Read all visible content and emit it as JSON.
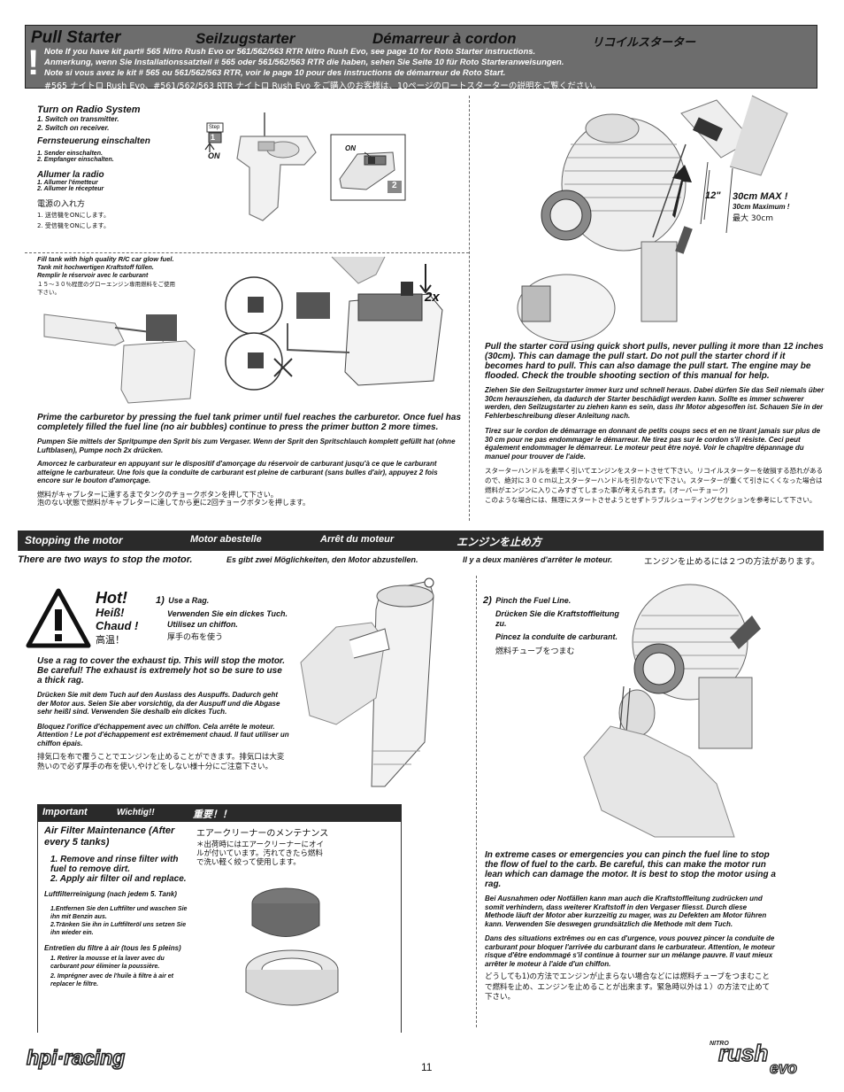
{
  "header": {
    "title_en": "Pull Starter",
    "title_de": "Seilzugstarter",
    "title_fr": "Démarreur à cordon",
    "title_jp": "リコイルスターター",
    "note_en": "Note If you have kit part# 565 Nitro Rush Evo or 561/562/563 RTR Nitro Rush Evo, see page 10 for Roto Starter instructions.",
    "note_de": "Anmerkung, wenn Sie Installationssatzteil # 565 oder 561/562/563 RTR die haben, sehen Sie Seite 10 für Roto Starteranweisungen.",
    "note_fr": "Note si vous avez le kit # 565 ou 561/562/563 RTR, voir le page 10 pour des instructions de démarreur de Roto Start.",
    "note_jp": "#565 ナイトロ Rush Evo、#561/562/563 RTR ナイトロ Rush Evo をご購入のお客様は、10ページのロートスターターの説明をご覧ください。"
  },
  "radio": {
    "title_en": "Turn on Radio System",
    "steps_en": [
      "1. Switch on transmitter.",
      "2. Switch on receiver."
    ],
    "title_de": "Fernsteuerung einschalten",
    "steps_de": [
      "1. Sender einschalten.",
      "2. Empfanger einschalten."
    ],
    "title_fr": "Allumer la radio",
    "steps_fr": [
      "1. Allumer l'émetteur",
      "2. Allumer le récepteur"
    ],
    "title_jp": "電源の入れ方",
    "steps_jp": [
      "1. 送信機をONにします。",
      "2. 受信機をONにします。"
    ],
    "step_label": "Step",
    "step1": "1",
    "step2": "2",
    "on_label": "ON"
  },
  "fuel": {
    "line_en": "Fill tank with high quality R/C car glow fuel.",
    "line_de": "Tank mit hochwertigen Kraftstoff füllen.",
    "line_fr": "Remplir le réservoir avec le carburant",
    "line_jp": "１５～３０％程度のグローエンジン専用燃料をご使用下さい。",
    "twox": "2x",
    "prime_en": "Prime the carburetor by pressing the fuel tank primer until fuel reaches the carburetor. Once fuel has completely filled the fuel line (no air bubbles) continue to press the primer button 2 more times.",
    "prime_de": "Pumpen Sie mittels der Spritpumpe den Sprit bis zum Vergaser. Wenn der Sprit den Spritschlauch komplett gefüllt hat (ohne Luftblasen), Pumpe noch 2x drücken.",
    "prime_fr": "Amorcez le carburateur en appuyant sur le dispositif d'amorçage du réservoir de carburant jusqu'à ce que le carburant atteigne le carburateur. Une fois que la conduite de carburant est pleine de carburant (sans bulles d'air), appuyez 2 fois encore sur le bouton d'amorçage.",
    "prime_jp": "燃料がキャブレターに達するまでタンクのチョークボタンを押して下さい。\n泡のない状態で燃料がキャブレターに達してから更に2回チョークボタンを押します。"
  },
  "pull": {
    "length_in": "12\"",
    "max_en": "30cm MAX !",
    "max_fr": "30cm Maximum !",
    "max_jp": "最大 30cm",
    "text_en": "Pull the starter cord using quick short pulls, never pulling it more than 12 inches (30cm). This can damage the pull start. Do not pull the starter chord if it becomes hard to pull. This can also damage the pull start. The engine may be flooded. Check the trouble shooting section of this manual for help.",
    "text_de": "Ziehen Sie den Seilzugstarter immer kurz und schnell heraus. Dabei dürfen Sie das Seil niemals über 30cm herausziehen, da dadurch der Starter beschädigt werden kann. Sollte es immer schwerer werden, den Seilzugstarter zu ziehen kann es sein, dass ihr Motor abgesoffen ist. Schauen Sie in der Fehlerbeschreibung dieser Anleitung nach.",
    "text_fr": "Tirez sur le cordon de démarrage en donnant de petits coups secs et en ne tirant jamais sur plus de 30 cm pour ne pas endommager le démarreur. Ne tirez pas sur le cordon s'il résiste. Ceci peut également endommager le démarreur. Le moteur peut être noyé. Voir le chapitre dépannage du manuel pour trouver de l'aide.",
    "text_jp": "スターターハンドルを素早く引いてエンジンをスタートさせて下さい。リコイルスターターを破損する恐れがあるので、絶対に３０ｃｍ以上スターターハンドルを引かないで下さい。スターターが重くて引きにくくなった場合は燃料がエンジンに入りこみすぎてしまった事が考えられます。(オーバーチョーク)\nこのような場合には、無理にスタートさせようとせずトラブルシューティングセクションを参考にして下さい。"
  },
  "stopping": {
    "bar_en": "Stopping the motor",
    "bar_de": "Motor abestelle",
    "bar_fr": "Arrêt du moteur",
    "bar_jp": "エンジンを止め方",
    "ways_en": "There are two ways to stop the motor.",
    "ways_de": "Es gibt zwei Möglichkeiten, den Motor abzustellen.",
    "ways_fr": "Il y a deux manières d'arrêter le moteur.",
    "ways_jp": "エンジンを止めるには２つの方法があります。"
  },
  "hot": {
    "en": "Hot!",
    "de": "Heiß!",
    "fr": "Chaud !",
    "jp": "高温！"
  },
  "rag": {
    "num": "1)",
    "title_en": "Use a Rag.",
    "title_de": "Verwenden Sie ein dickes Tuch.",
    "title_fr": "Utilisez un chiffon.",
    "title_jp": "厚手の布を使う",
    "text_en": "Use a rag to cover the exhaust tip. This will stop the motor. Be careful! The exhaust is extremely hot so be sure to use a thick rag.",
    "text_de": "Drücken Sie mit dem Tuch auf den Auslass des Auspuffs. Dadurch geht der Motor aus. Seien Sie aber vorsichtig, da der Auspuff und die Abgase sehr heißl sind. Verwenden Sie deshalb ein dickes Tuch.",
    "text_fr": "Bloquez l'orifice d'échappement avec un chiffon. Cela arrête le moteur. Attention ! Le pot d'échappement est extrêmement chaud. Il faut utiliser un chiffon épais.",
    "text_jp": "排気口を布で覆うことでエンジンを止めることができます。排気口は大変熱いので必ず厚手の布を使い,やけどをしない様十分にご注意下さい。"
  },
  "pinch": {
    "num": "2)",
    "title_en": "Pinch the Fuel Line.",
    "title_de": "Drücken Sie die Kraftstoffleitung zu.",
    "title_fr": "Pincez la conduite de carburant.",
    "title_jp": "燃料チューブをつまむ",
    "text_en": "In extreme cases or emergencies you can pinch the fuel line to stop the flow of fuel to the carb. Be careful, this can make the motor run lean which can damage the motor. It is best to stop the motor using a rag.",
    "text_de": "Bei Ausnahmen oder Notfällen kann man auch die Kraftstoffleitung zudrücken und somit verhindern, dass weiterer Kraftstoff in den Vergaser fliesst. Durch diese Methode läuft der Motor aber kurzzeitig zu mager, was zu Defekten am Motor führen kann. Verwenden Sie deswegen grundsätzlich die Methode mit dem Tuch.",
    "text_fr": "Dans des situations extrêmes ou en cas d'urgence, vous pouvez pincer la conduite de carburant pour bloquer l'arrivée du carburant dans le carburateur. Attention, le moteur risque d'être endommagé s'il continue à tourner sur un mélange pauvre. Il vaut mieux arrêter le moteur à l'aide d'un chiffon.",
    "text_jp": "どうしても1)の方法でエンジンが止まらない場合などには燃料チューブをつまむことで燃料を止め、エンジンを止めることが出来ます。緊急時以外は１）の方法で止めて下さい。"
  },
  "important": {
    "en": "Important",
    "de": "Wichtig!!",
    "jp": "重要！！",
    "filter_title_en": "Air Filter Maintenance (After every 5 tanks)",
    "filter_steps_en": [
      "1. Remove and rinse filter with fuel to remove dirt.",
      "2. Apply air filter oil and replace."
    ],
    "filter_title_de": "Luftfilterreinigung (nach jedem 5. Tank)",
    "filter_steps_de": [
      "1.Entfernen Sie den Luftfilter und waschen Sie ihn mit Benzin aus.",
      "2.Tränken Sie ihn in Luftfilteröl uns setzen Sie ihn wieder ein."
    ],
    "filter_title_fr": "Entretien du filtre à air (tous les 5 pleins)",
    "filter_steps_fr": [
      "1. Retirer la mousse et la laver avec du carburant pour éliminer la poussière.",
      "2. Imprégner avec de l'huile à filtre à air et replacer le filtre."
    ],
    "filter_title_jp": "エアークリーナーのメンテナンス",
    "filter_note_jp": "＊出荷時にはエアークリーナーにオイルが付いています。汚れてきたら燃料で洗い軽く絞って使用します。"
  },
  "footer": {
    "brand": "hpi·racing",
    "page": "11",
    "logo_small": "NITRO",
    "logo_main": "rush",
    "logo_sub": "evo"
  },
  "colors": {
    "header_bg": "#6d6d6d",
    "bar_bg": "#2a2a2a",
    "line": "#666666"
  }
}
